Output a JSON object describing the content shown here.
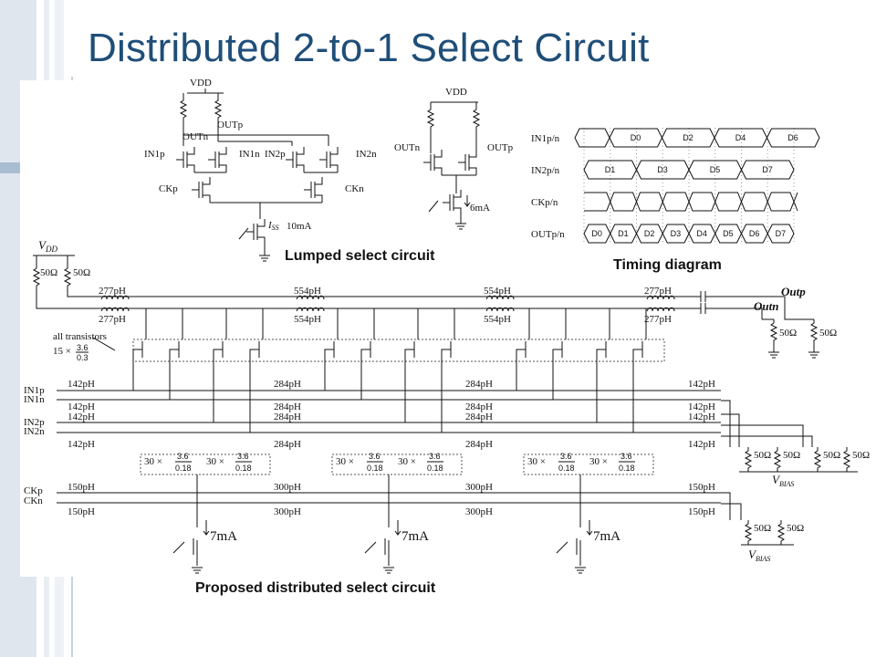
{
  "slide": {
    "title": "Distributed 2-to-1 Select Circuit"
  },
  "captions": {
    "lumped": "Lumped select circuit",
    "timing": "Timing diagram",
    "proposed": "Proposed distributed select circuit"
  },
  "lumped": {
    "vdd": "VDD",
    "outn": "OUTn",
    "outp": "OUTp",
    "in1p": "IN1p",
    "in1n": "IN1n",
    "in2p": "IN2p",
    "in2n": "IN2n",
    "ckp": "CKp",
    "ckn": "CKn",
    "iss": "ISS",
    "iss_value": "10mA"
  },
  "buffer": {
    "vdd": "VDD",
    "outn": "OUTn",
    "outp": "OUTp",
    "current": "6mA"
  },
  "timing": {
    "signals": [
      "IN1p/n",
      "IN2p/n",
      "CKp/n",
      "OUTp/n"
    ],
    "in1_data": [
      "D0",
      "D2",
      "D4",
      "D6"
    ],
    "in2_data": [
      "D1",
      "D3",
      "D5",
      "D7"
    ],
    "out_data": [
      "D0",
      "D1",
      "D2",
      "D3",
      "D4",
      "D5",
      "D6",
      "D7"
    ]
  },
  "distributed": {
    "vdd": "VDD",
    "r50": "50Ω",
    "l277": "277pH",
    "l554": "554pH",
    "l142": "142pH",
    "l284": "284pH",
    "l150": "150pH",
    "l300": "300pH",
    "outp": "Outp",
    "outn": "Outn",
    "vbias": "VBIAS",
    "all_transistors": "all transistors",
    "size_prefix": "15 ×",
    "size_num": "3.6",
    "size_den": "0.3",
    "pair_prefix": "30 ×",
    "pair_num": "3.6",
    "pair_den": "0.18",
    "tail_current": "7mA",
    "in_labels": [
      "IN1p",
      "IN1n",
      "IN2p",
      "IN2n"
    ],
    "ck_labels": [
      "CKp",
      "CKn"
    ]
  }
}
